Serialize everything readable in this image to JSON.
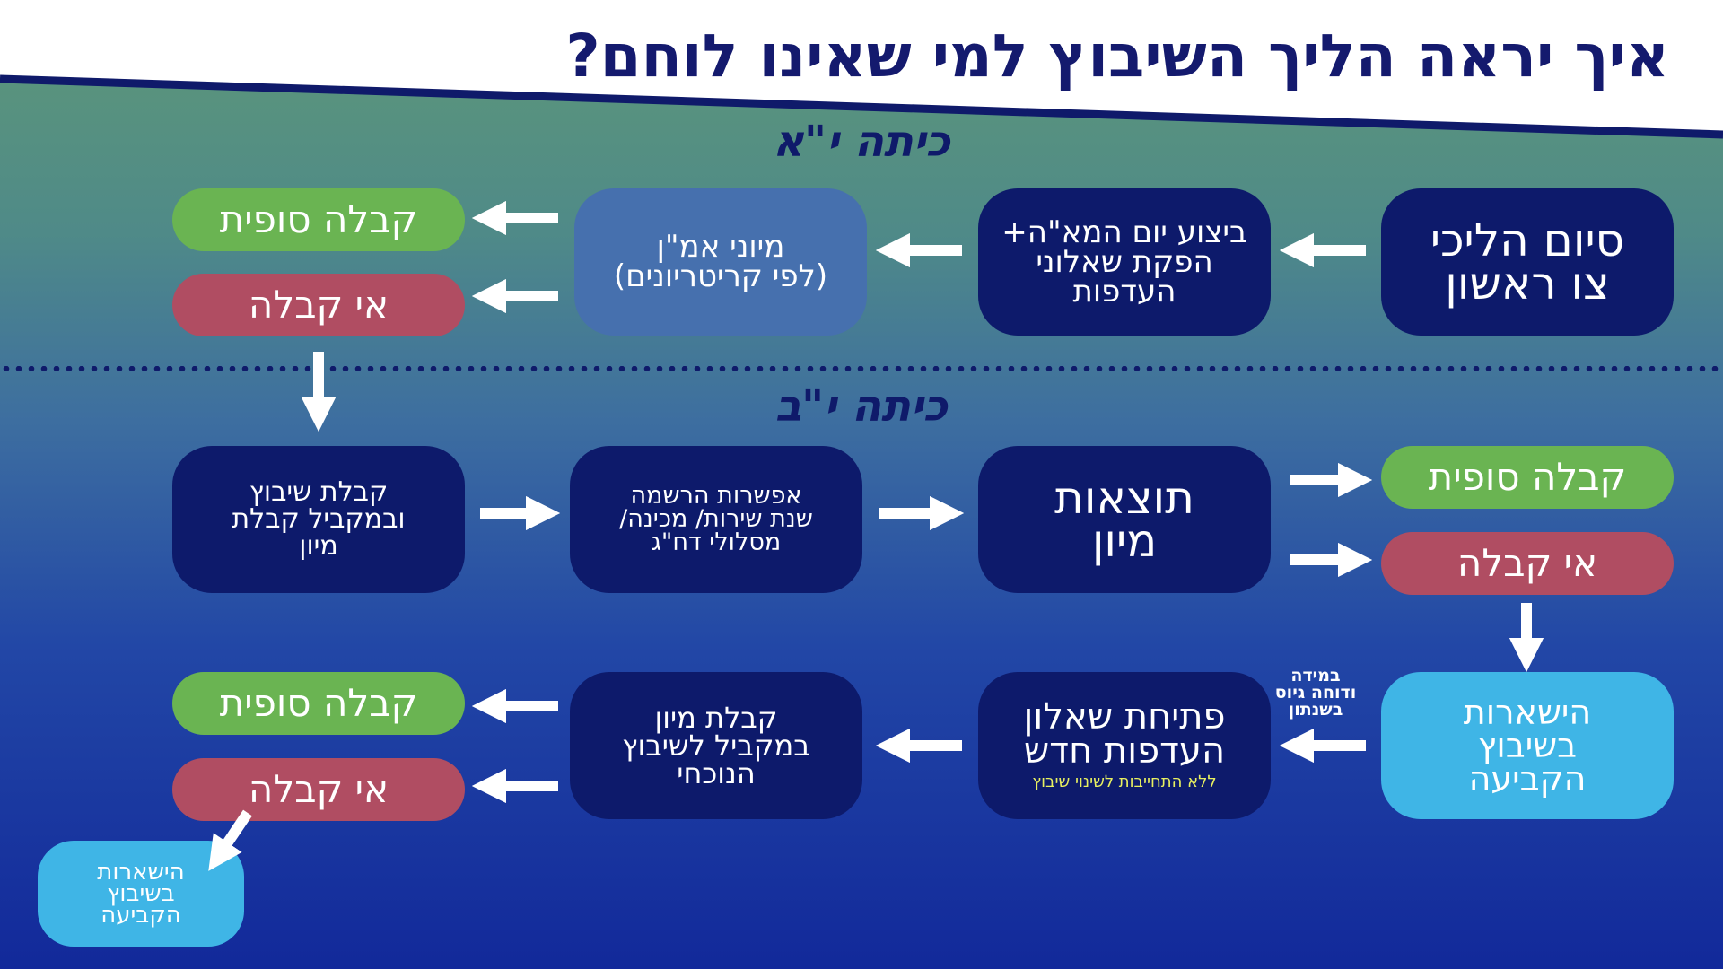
{
  "title": "איך יראה הליך השיבוץ למי שאינו לוחם?",
  "sections": {
    "grade11": "כיתה י\"א",
    "grade12": "כיתה י\"ב"
  },
  "row1": {
    "start": [
      "סיום הליכי",
      "צו ראשון"
    ],
    "mh_day": [
      "ביצוע יום המא\"ה+",
      "הפקת שאלוני",
      "העדפות"
    ],
    "screening": [
      "מיוני אמ\"ן",
      "(לפי קריטריונים)"
    ],
    "final_accept": "קבלה סופית",
    "reject": "אי קבלה"
  },
  "row2": {
    "final_accept": "קבלה סופית",
    "reject": "אי קבלה",
    "results": [
      "תוצאות",
      "מיון"
    ],
    "options": [
      "אפשרות הרשמה",
      "שנת שירות/ מכינה/",
      "מסלולי דח\"ג"
    ],
    "placement": [
      "קבלת שיבוץ",
      "ובמקביל קבלת",
      "מיון"
    ]
  },
  "row3": {
    "remain": [
      "הישארות",
      "בשיבוץ",
      "הקביעה"
    ],
    "side_note": [
      "במידה",
      "ודוחה גיוס",
      "בשנתון"
    ],
    "new_form": [
      "פתיחת שאלון",
      "העדפות חדש"
    ],
    "new_form_note": "ללא התחייבות לשינוי שיבוץ",
    "parallel": [
      "קבלת מיון",
      "במקביל לשיבוץ",
      "הנוכחי"
    ],
    "final_accept": "קבלה סופית",
    "reject": "אי קבלה",
    "remain_final": [
      "הישארות",
      "בשיבוץ",
      "הקביעה"
    ]
  },
  "colors": {
    "title": "#141a6e",
    "navy_box": "#0d1a6b",
    "mid_box": "#4670ae",
    "cyan_box": "#3fb5e6",
    "accept": "#6ab452",
    "reject": "#b04d62",
    "note": "#e8f060"
  }
}
